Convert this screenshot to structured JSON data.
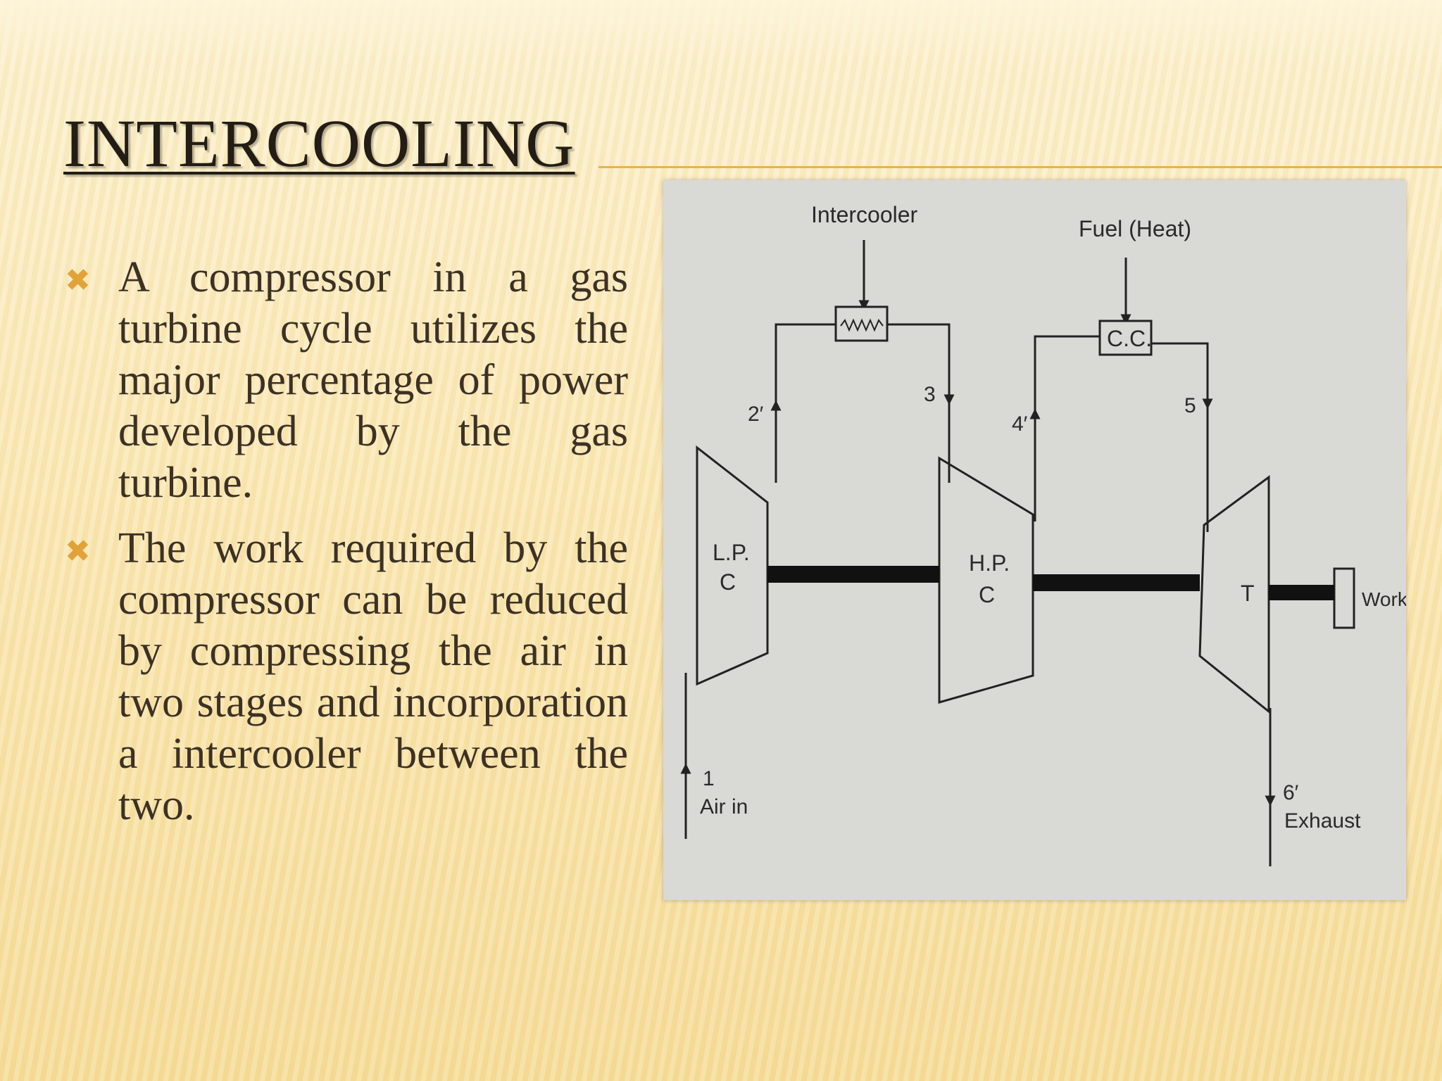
{
  "slide": {
    "title": "INTERCOOLING",
    "bullets": [
      {
        "icon": "cross-bullet-icon",
        "text": "A compressor in a gas turbine cycle utilizes the major percentage of power developed by the gas turbine."
      },
      {
        "icon": "cross-bullet-icon",
        "text": "The work required by the compressor can be reduced by compressing the air in two stages and incorporation a intercooler between the two."
      }
    ]
  },
  "diagram": {
    "labels": {
      "intercooler": "Intercooler",
      "fuel": "Fuel (Heat)",
      "combustion_chamber": "C.C.",
      "lp_compressor_line1": "L.P.",
      "lp_compressor_line2": "C",
      "hp_compressor_line1": "H.P.",
      "hp_compressor_line2": "C",
      "turbine": "T",
      "work": "Work",
      "state_1": "1",
      "air_in": "Air in",
      "state_2": "2′",
      "state_3": "3",
      "state_4": "4′",
      "state_5": "5",
      "state_6": "6′",
      "exhaust": "Exhaust"
    }
  },
  "colors": {
    "bullet_accent": "#e2a23a",
    "title_rule": "#e8b44a",
    "title_text": "#231d15",
    "body_text": "#3c3124"
  }
}
